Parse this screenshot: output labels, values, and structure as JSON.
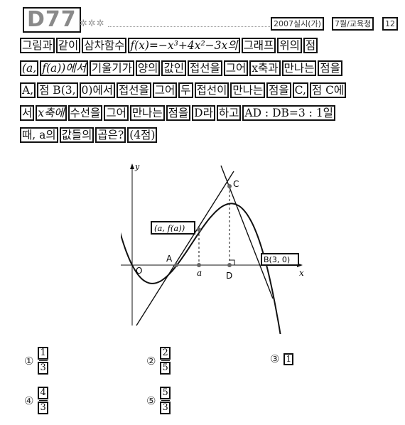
{
  "header": {
    "code": "D77",
    "stars": "✲✲✲",
    "source": "2007실시(가)",
    "month": "7월/교육청",
    "number": "12"
  },
  "problem": {
    "lines": [
      [
        "그림과",
        "같이",
        "삼차함수",
        "f(x)=−x³+4x²−3x의",
        "그래프",
        "위의",
        "점"
      ],
      [
        "(a,",
        "f(a))에서",
        "기울기가",
        "양의",
        "값인",
        "접선을",
        "그어",
        "x축과",
        "만나는",
        "점을"
      ],
      [
        "A,",
        "점 B(3,",
        "0)에서",
        "접선을",
        "그어",
        "두",
        "접선이",
        "만나는",
        "점을",
        "C,",
        "점 C에"
      ],
      [
        "서",
        "x축에",
        "수선을",
        "그어",
        "만나는",
        "점을",
        "D라",
        "하고",
        "AD : DB=3 : 1일"
      ],
      [
        "때, a의",
        "값들의",
        "곱은?",
        "(4점)"
      ]
    ]
  },
  "figure": {
    "label_y": "y",
    "label_x": "x",
    "label_origin": "O",
    "label_A": "A",
    "label_a": "a",
    "label_D": "D",
    "label_C": "C",
    "label_point": "(a, f(a))",
    "label_B": "B(3, 0)"
  },
  "choices": [
    {
      "num": "①",
      "numer": "1",
      "denom": "3"
    },
    {
      "num": "②",
      "numer": "2",
      "denom": "5"
    },
    {
      "num": "③",
      "value": "1"
    },
    {
      "num": "④",
      "numer": "4",
      "denom": "3"
    },
    {
      "num": "⑤",
      "numer": "5",
      "denom": "3"
    }
  ]
}
